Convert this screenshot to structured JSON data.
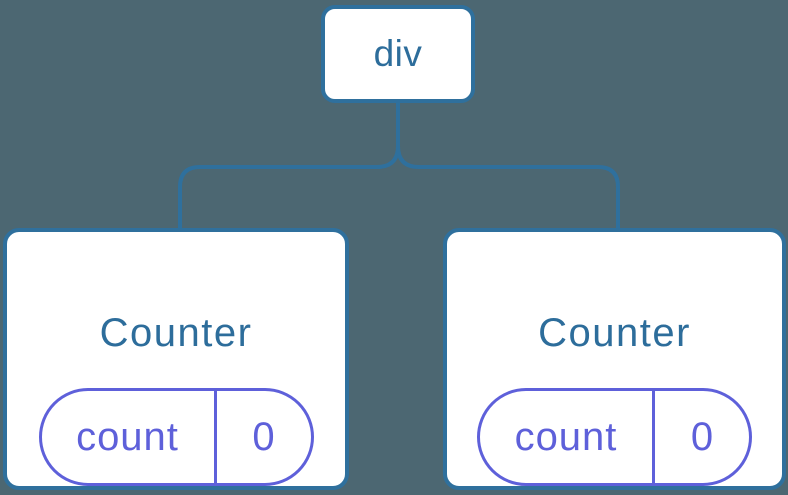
{
  "tree": {
    "root": {
      "label": "div"
    },
    "children": [
      {
        "title": "Counter",
        "state": {
          "key": "count",
          "value": "0"
        }
      },
      {
        "title": "Counter",
        "state": {
          "key": "count",
          "value": "0"
        }
      }
    ]
  },
  "colors": {
    "background": "#4C6772",
    "node_fill": "#FFFFFF",
    "line_blue": "#2F709D",
    "text_blue": "#2D6D9B",
    "accent_purple": "#5E60DA"
  }
}
